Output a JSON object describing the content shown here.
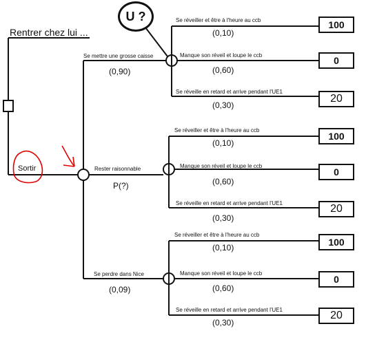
{
  "root_label": "Rentrer chez lui ...",
  "sortir_label": "Sortir",
  "question_label": "U ?",
  "colors": {
    "line": "#111111",
    "annotation": "#e00000"
  },
  "branches": [
    {
      "label": "Se mettre une grosse caisse",
      "prob": "(0,90)",
      "outcomes": [
        {
          "label": "Se réveiller et être à l'heure au ccb",
          "prob": "(0,10)",
          "payoff": "100"
        },
        {
          "label": "Manque son réveil et loupe le ccb",
          "prob": "(0,60)",
          "payoff": "0"
        },
        {
          "label": "Se réveille en retard et arrive pendant l'UE1",
          "prob": "(0,30)",
          "payoff": "20"
        }
      ]
    },
    {
      "label": "Rester raisonnable",
      "prob": "P(?)",
      "outcomes": [
        {
          "label": "Se réveiller et être à l'heure au ccb",
          "prob": "(0,10)",
          "payoff": "100"
        },
        {
          "label": "Manque son réveil et loupe le ccb",
          "prob": "(0,60)",
          "payoff": "0"
        },
        {
          "label": "Se réveille en retard et arrive pendant l'UE1",
          "prob": "(0,30)",
          "payoff": "20"
        }
      ]
    },
    {
      "label": "Se perdre dans Nice",
      "prob": "(0,09)",
      "outcomes": [
        {
          "label": "Se réveiller et être à l'heure au ccb",
          "prob": "(0,10)",
          "payoff": "100"
        },
        {
          "label": "Manque son réveil et loupe le ccb",
          "prob": "(0,60)",
          "payoff": "0"
        },
        {
          "label": "Se réveille en retard et arrive pendant l'UE1",
          "prob": "(0,30)",
          "payoff": "20"
        }
      ]
    }
  ]
}
